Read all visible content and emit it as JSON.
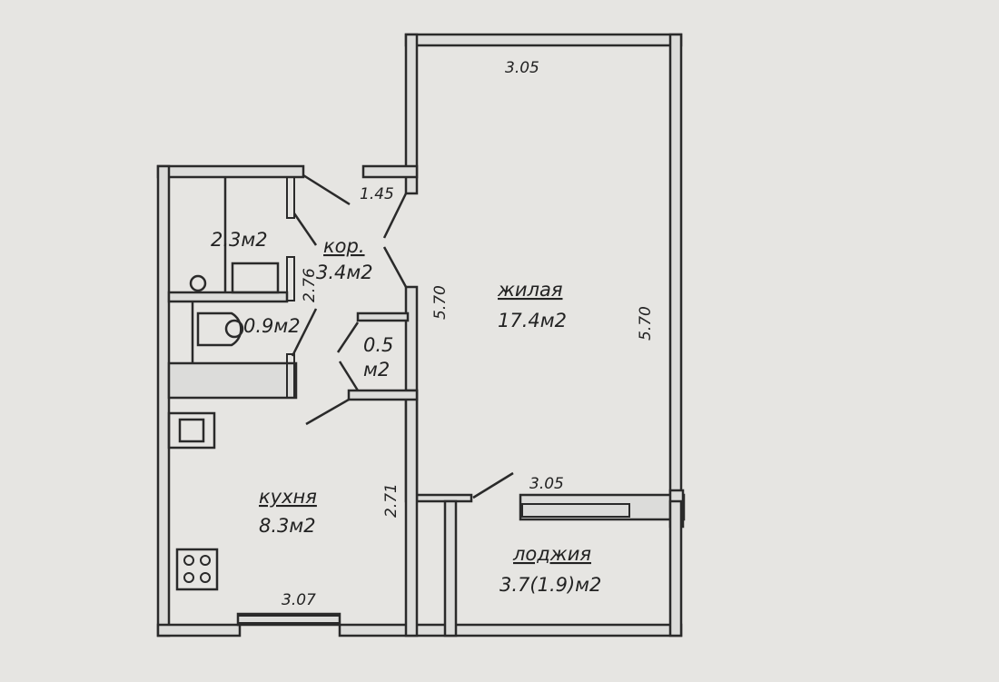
{
  "rooms": {
    "corridor": {
      "name": "кор.",
      "area": "3.4м2"
    },
    "bathroom": {
      "area": "2.3м2"
    },
    "toilet": {
      "area": "0.9м2"
    },
    "closet": {
      "area_value": "0.5",
      "area_unit": "м2"
    },
    "living": {
      "name": "жилая",
      "area": "17.4м2"
    },
    "kitchen": {
      "name": "кухня",
      "area": "8.3м2"
    },
    "loggia": {
      "name": "лоджия",
      "area": "3.7(1.9)м2"
    }
  },
  "dimensions": {
    "living_top": "3.05",
    "living_left": "5.70",
    "living_right": "5.70",
    "living_bottom": "3.05",
    "entrance": "1.45",
    "corridor_height": "2.76",
    "kitchen_height": "2.71",
    "kitchen_width": "3.07"
  }
}
